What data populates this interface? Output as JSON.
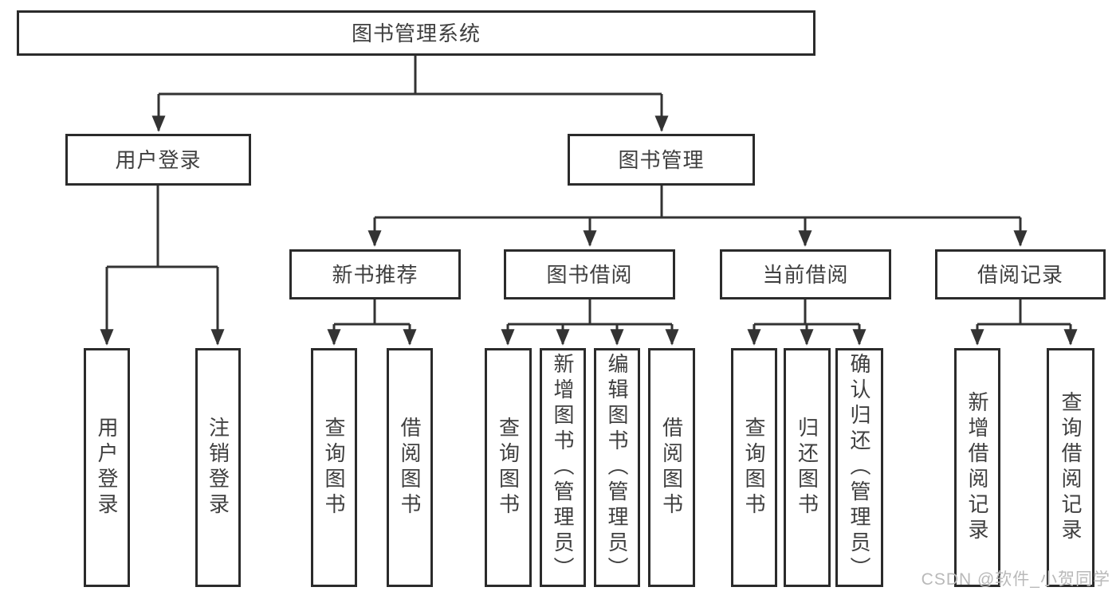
{
  "tree": {
    "root": {
      "label": "图书管理系统"
    },
    "branches": [
      {
        "label": "用户登录",
        "children": [
          {
            "label": "用户登录"
          },
          {
            "label": "注销登录"
          }
        ]
      },
      {
        "label": "图书管理",
        "sections": [
          {
            "label": "新书推荐",
            "children": [
              {
                "label": "查询图书"
              },
              {
                "label": "借阅图书"
              }
            ]
          },
          {
            "label": "图书借阅",
            "children": [
              {
                "label": "查询图书"
              },
              {
                "label": "新增图书（管理员）"
              },
              {
                "label": "编辑图书（管理员）"
              },
              {
                "label": "借阅图书"
              }
            ]
          },
          {
            "label": "当前借阅",
            "children": [
              {
                "label": "查询图书"
              },
              {
                "label": "归还图书"
              },
              {
                "label": "确认归还（管理员）"
              }
            ]
          },
          {
            "label": "借阅记录",
            "children": [
              {
                "label": "新增借阅记录"
              },
              {
                "label": "查询借阅记录"
              }
            ]
          }
        ]
      }
    ]
  },
  "watermark": {
    "text": "CSDN @软件_小贺同学"
  },
  "colors": {
    "background": "#ffffff",
    "line": "#333333",
    "box_border": "#2b2b2b",
    "text": "#3f3f3f",
    "watermark": "#b9b9b9"
  }
}
